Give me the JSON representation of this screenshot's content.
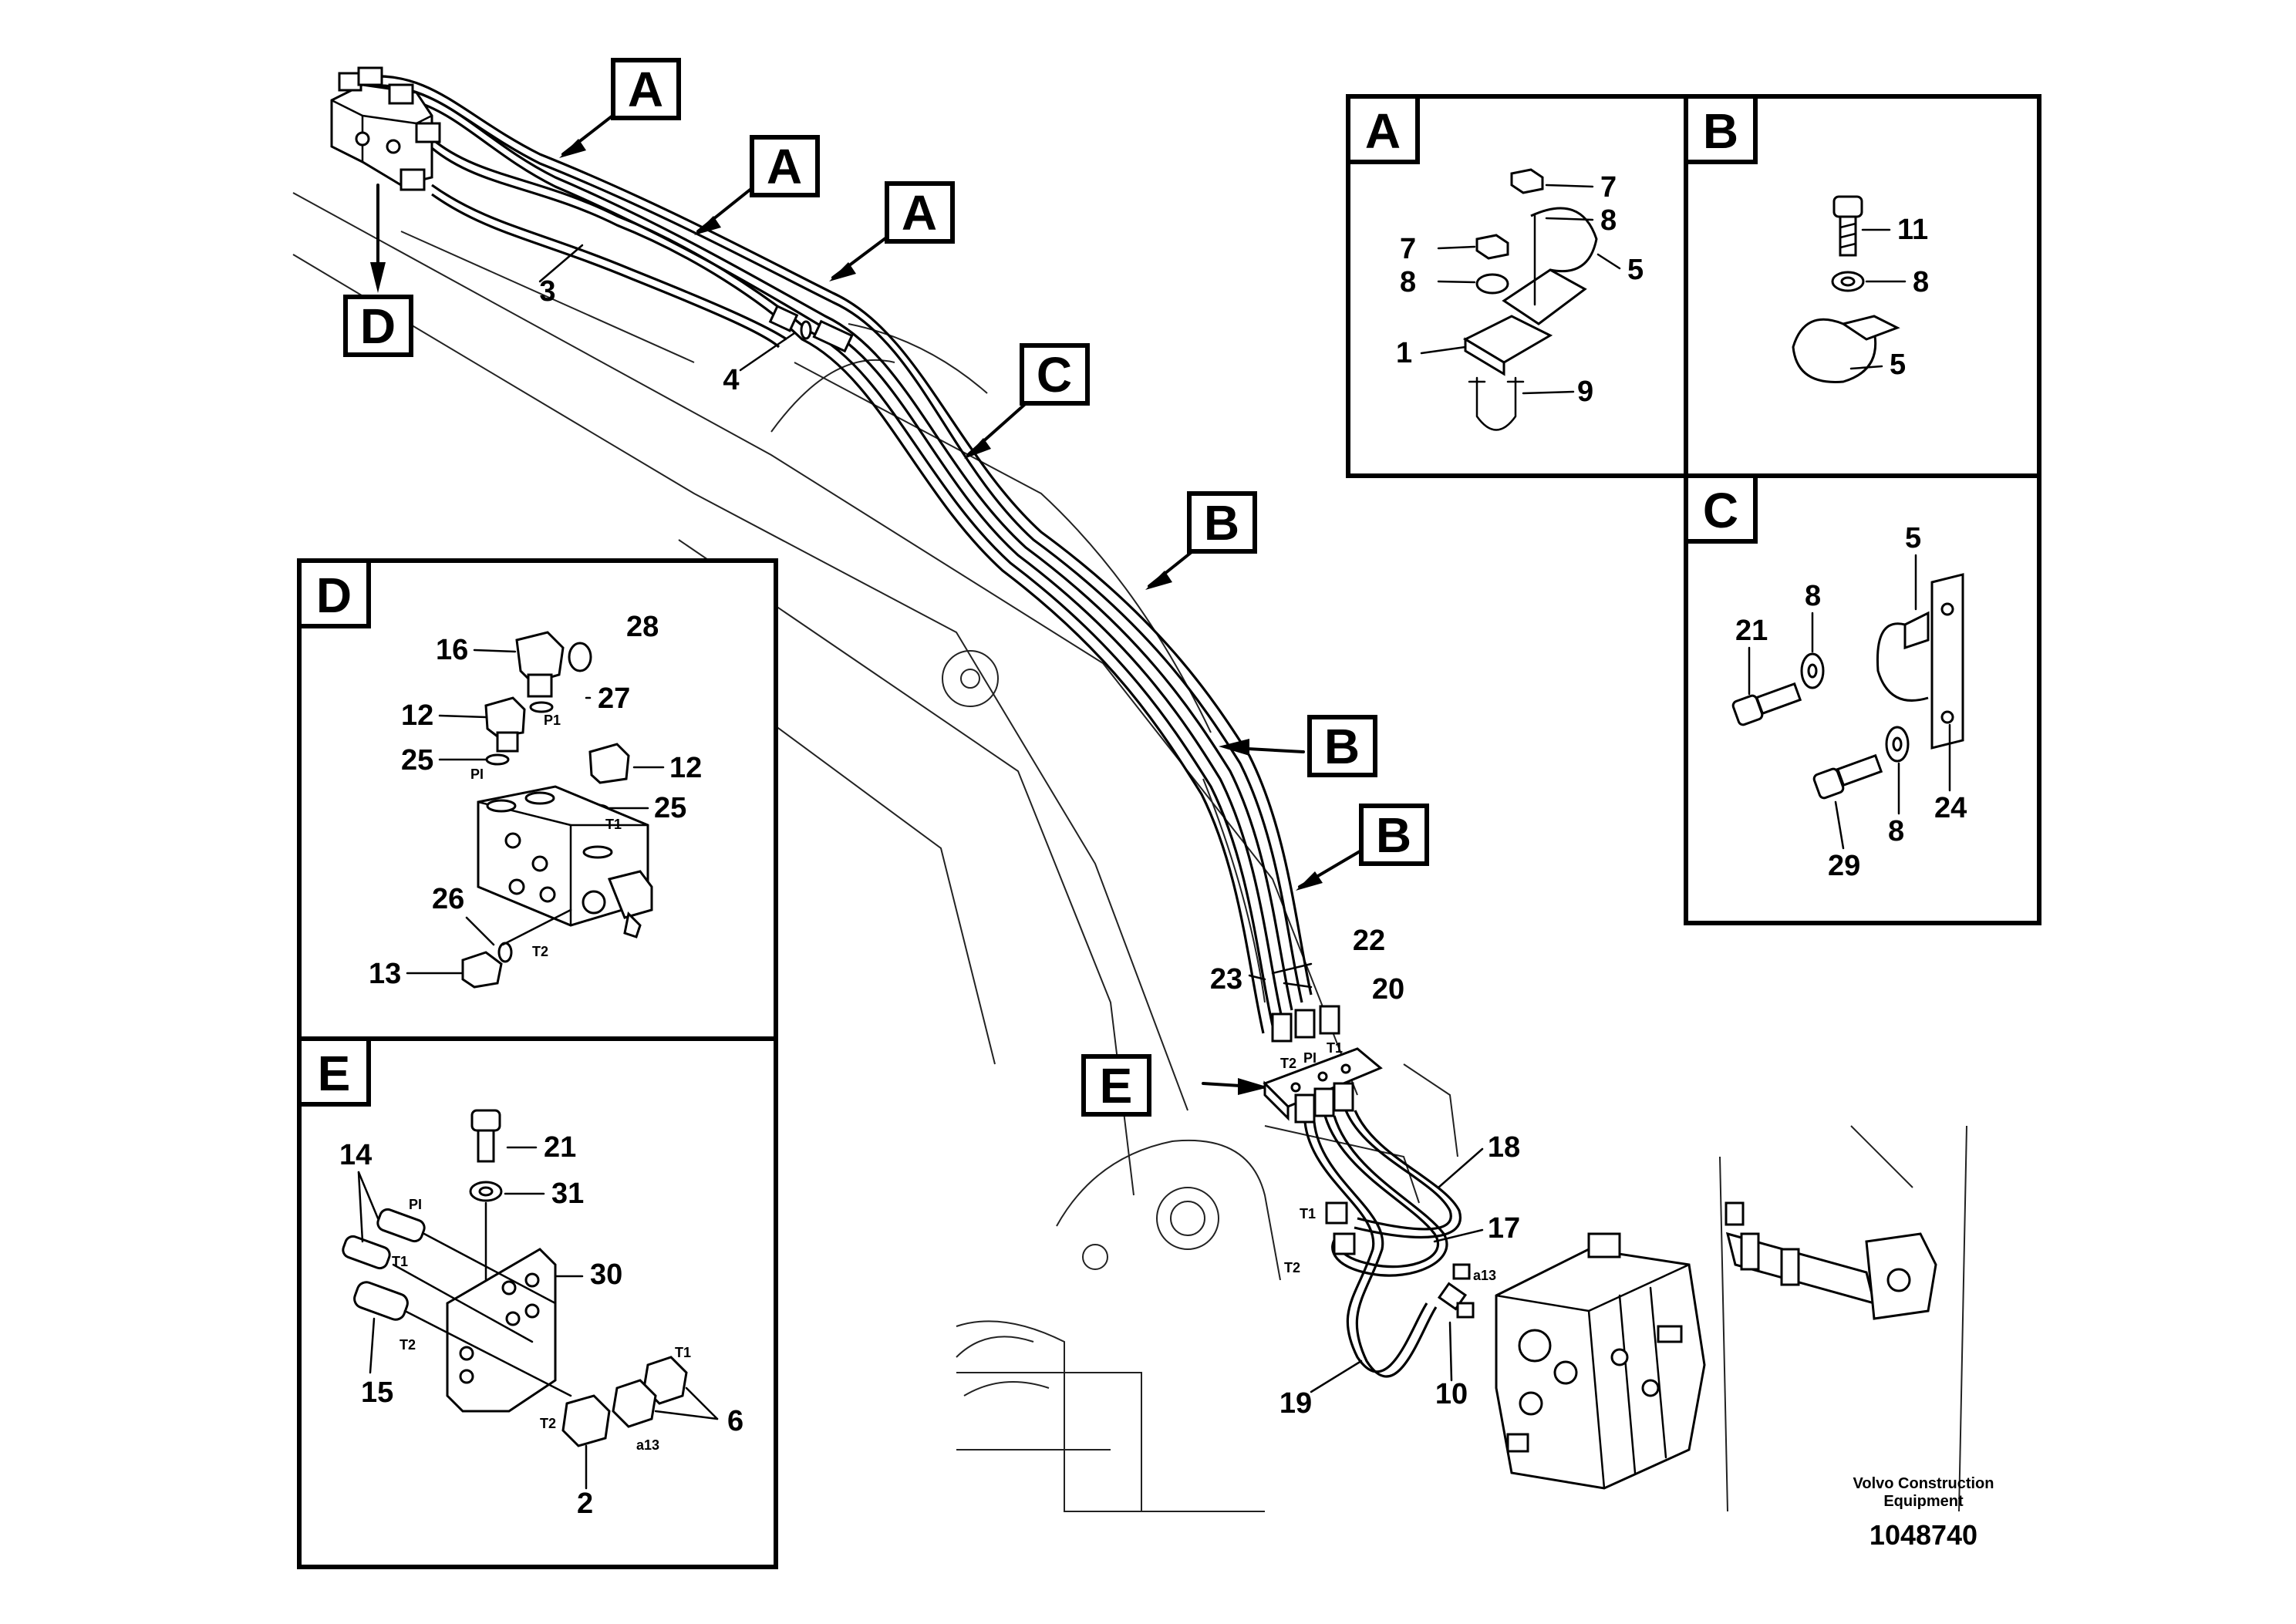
{
  "callout_letters": {
    "a1": "A",
    "a2": "A",
    "a3": "A",
    "b1": "B",
    "b2": "B",
    "b3": "B",
    "c": "C",
    "d": "D",
    "e": "E"
  },
  "main_labels": {
    "n3": "3",
    "n4": "4",
    "n22": "22",
    "n23": "23",
    "n20": "20",
    "n18": "18",
    "n17": "17",
    "n19": "19",
    "n10": "10"
  },
  "main_port_labels": {
    "t2": "T2",
    "pi": "PI",
    "t1": "T1",
    "t1b": "T1",
    "t2b": "T2",
    "a13": "a13"
  },
  "panel_a": {
    "title": "A",
    "labels": {
      "n7a": "7",
      "n8a": "8",
      "n7b": "7",
      "n8b": "8",
      "n5": "5",
      "n1": "1",
      "n9": "9"
    }
  },
  "panel_b": {
    "title": "B",
    "labels": {
      "n11": "11",
      "n8": "8",
      "n5": "5"
    }
  },
  "panel_c": {
    "title": "C",
    "labels": {
      "n5": "5",
      "n8a": "8",
      "n21": "21",
      "n29": "29",
      "n8b": "8",
      "n24": "24"
    }
  },
  "panel_d": {
    "title": "D",
    "labels": {
      "n16": "16",
      "n28": "28",
      "n12a": "12",
      "n27": "27",
      "n25a": "25",
      "n12b": "12",
      "n25b": "25",
      "n26": "26",
      "n13": "13"
    },
    "port_labels": {
      "p1": "P1",
      "pi": "PI",
      "t1": "T1",
      "t2": "T2"
    }
  },
  "panel_e": {
    "title": "E",
    "labels": {
      "n14": "14",
      "n21": "21",
      "n31": "31",
      "n30": "30",
      "n15": "15",
      "n6": "6",
      "n2": "2"
    },
    "port_labels": {
      "pi": "PI",
      "t1": "T1",
      "t2": "T2",
      "t1b": "T1",
      "t2b": "T2",
      "a13": "a13"
    }
  },
  "footer": {
    "brand_line1": "Volvo Construction",
    "brand_line2": "Equipment",
    "doc_number": "1048740"
  }
}
